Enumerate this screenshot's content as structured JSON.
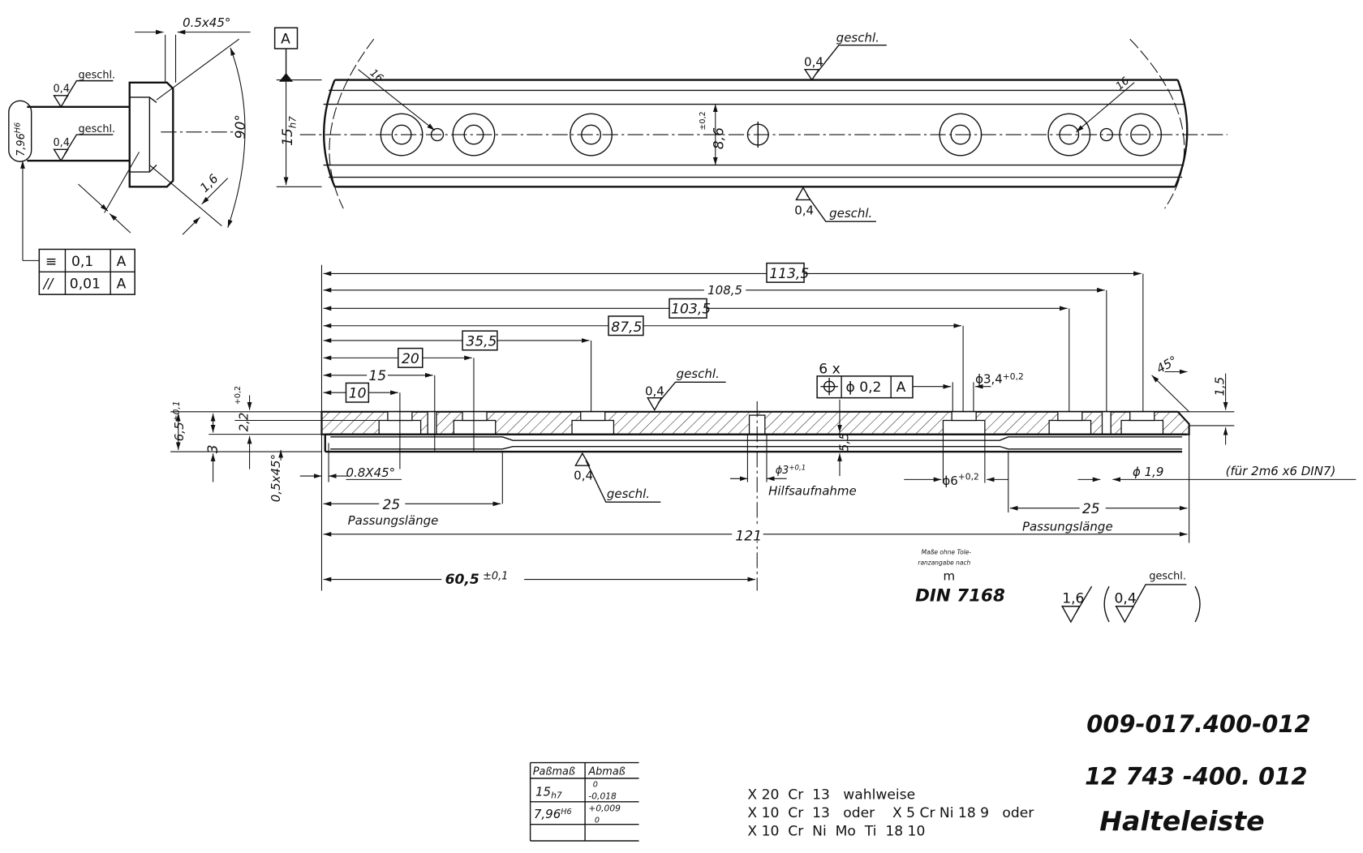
{
  "detail_view": {
    "chamfer": "0.5x45°",
    "angle": "90°",
    "width_1_6": "1,6",
    "bore": "7,96",
    "bore_fit": "H6",
    "roughness_top": "0,4",
    "roughness_bottom": "0,4",
    "finish_top": "geschl.",
    "finish_bottom": "geschl.",
    "tolerance_frame": [
      {
        "symbol": "≡",
        "value": "0,1",
        "datum": "A"
      },
      {
        "symbol": "//",
        "value": "0,01",
        "datum": "A"
      }
    ]
  },
  "top_view": {
    "datum": "A",
    "height": "15",
    "height_fit": "h7",
    "center_dim": "8,6",
    "center_tol": "±0,2",
    "radius_left": "16",
    "radius_right": "16",
    "roughness_top": "0,4",
    "finish_top": "geschl.",
    "roughness_bottom": "0,4",
    "finish_bottom": "geschl."
  },
  "section_view": {
    "dims": {
      "d113_5": "113,5",
      "d108_5": "108,5",
      "d103_5": "103,5",
      "d87_5": "87,5",
      "d35_5": "35,5",
      "d20": "20",
      "d15": "15",
      "d10": "10",
      "d121": "121",
      "d60_5": "60,5",
      "d60_5_tol": "±0,1",
      "fit_len_left": "25",
      "fit_len_right": "25",
      "fit_label_left": "Passungslänge",
      "fit_label_right": "Passungslänge",
      "h6_5": "6,5",
      "h6_5_tol": "±0,1",
      "h2_2": "2,2",
      "h2_2_tol": "+0,2",
      "h3": "3",
      "h5_5": "5,5",
      "h1_5": "1,5",
      "angle45": "45°",
      "chamfer_left": "0,5x45°",
      "chamfer_bore": "0.8X45°",
      "dia3": "ϕ3",
      "dia3_tol": "+0,1",
      "aux_label": "Hilfsaufnahme",
      "dia6": "ϕ6",
      "dia6_tol": "+0,2",
      "dia3_4": "ϕ3,4",
      "dia3_4_tol": "+0,2",
      "dia1_9": "ϕ 1,9",
      "pin_note": "(für  2m6 x6 DIN7)"
    },
    "position_tol": {
      "count": "6 x",
      "symbol": "⌖",
      "value": "ϕ 0,2",
      "datum": "A"
    },
    "roughness_top": "0,4",
    "finish_top": "geschl.",
    "roughness_bottom": "0,4",
    "finish_bottom": "geschl."
  },
  "general_tolerance": {
    "line1": "Maße ohne Tole-",
    "line2": "ranzangabe nach",
    "class": "m",
    "standard": "DIN 7168"
  },
  "surface_general": {
    "main": "1,6",
    "paren": "0,4",
    "finish": "geschl."
  },
  "fit_table": {
    "headers": [
      "Paßmaß",
      "Abmaß"
    ],
    "rows": [
      {
        "size": "15",
        "fit": "h7",
        "upper": "0",
        "lower": "-0,018"
      },
      {
        "size": "7,96",
        "fit": "H6",
        "upper": "+0,009",
        "lower": "0"
      }
    ]
  },
  "material": {
    "line1": "X 20  Cr  13   wahlweise",
    "line2": "X 10  Cr  13   oder    X 5 Cr Ni 18 9   oder",
    "line3": "X 10  Cr  Ni  Mo  Ti  18 10"
  },
  "title_block": {
    "drawing_number": "009-017.400-012",
    "part_number": "12 743 -400. 012",
    "title": "Halteleiste"
  }
}
